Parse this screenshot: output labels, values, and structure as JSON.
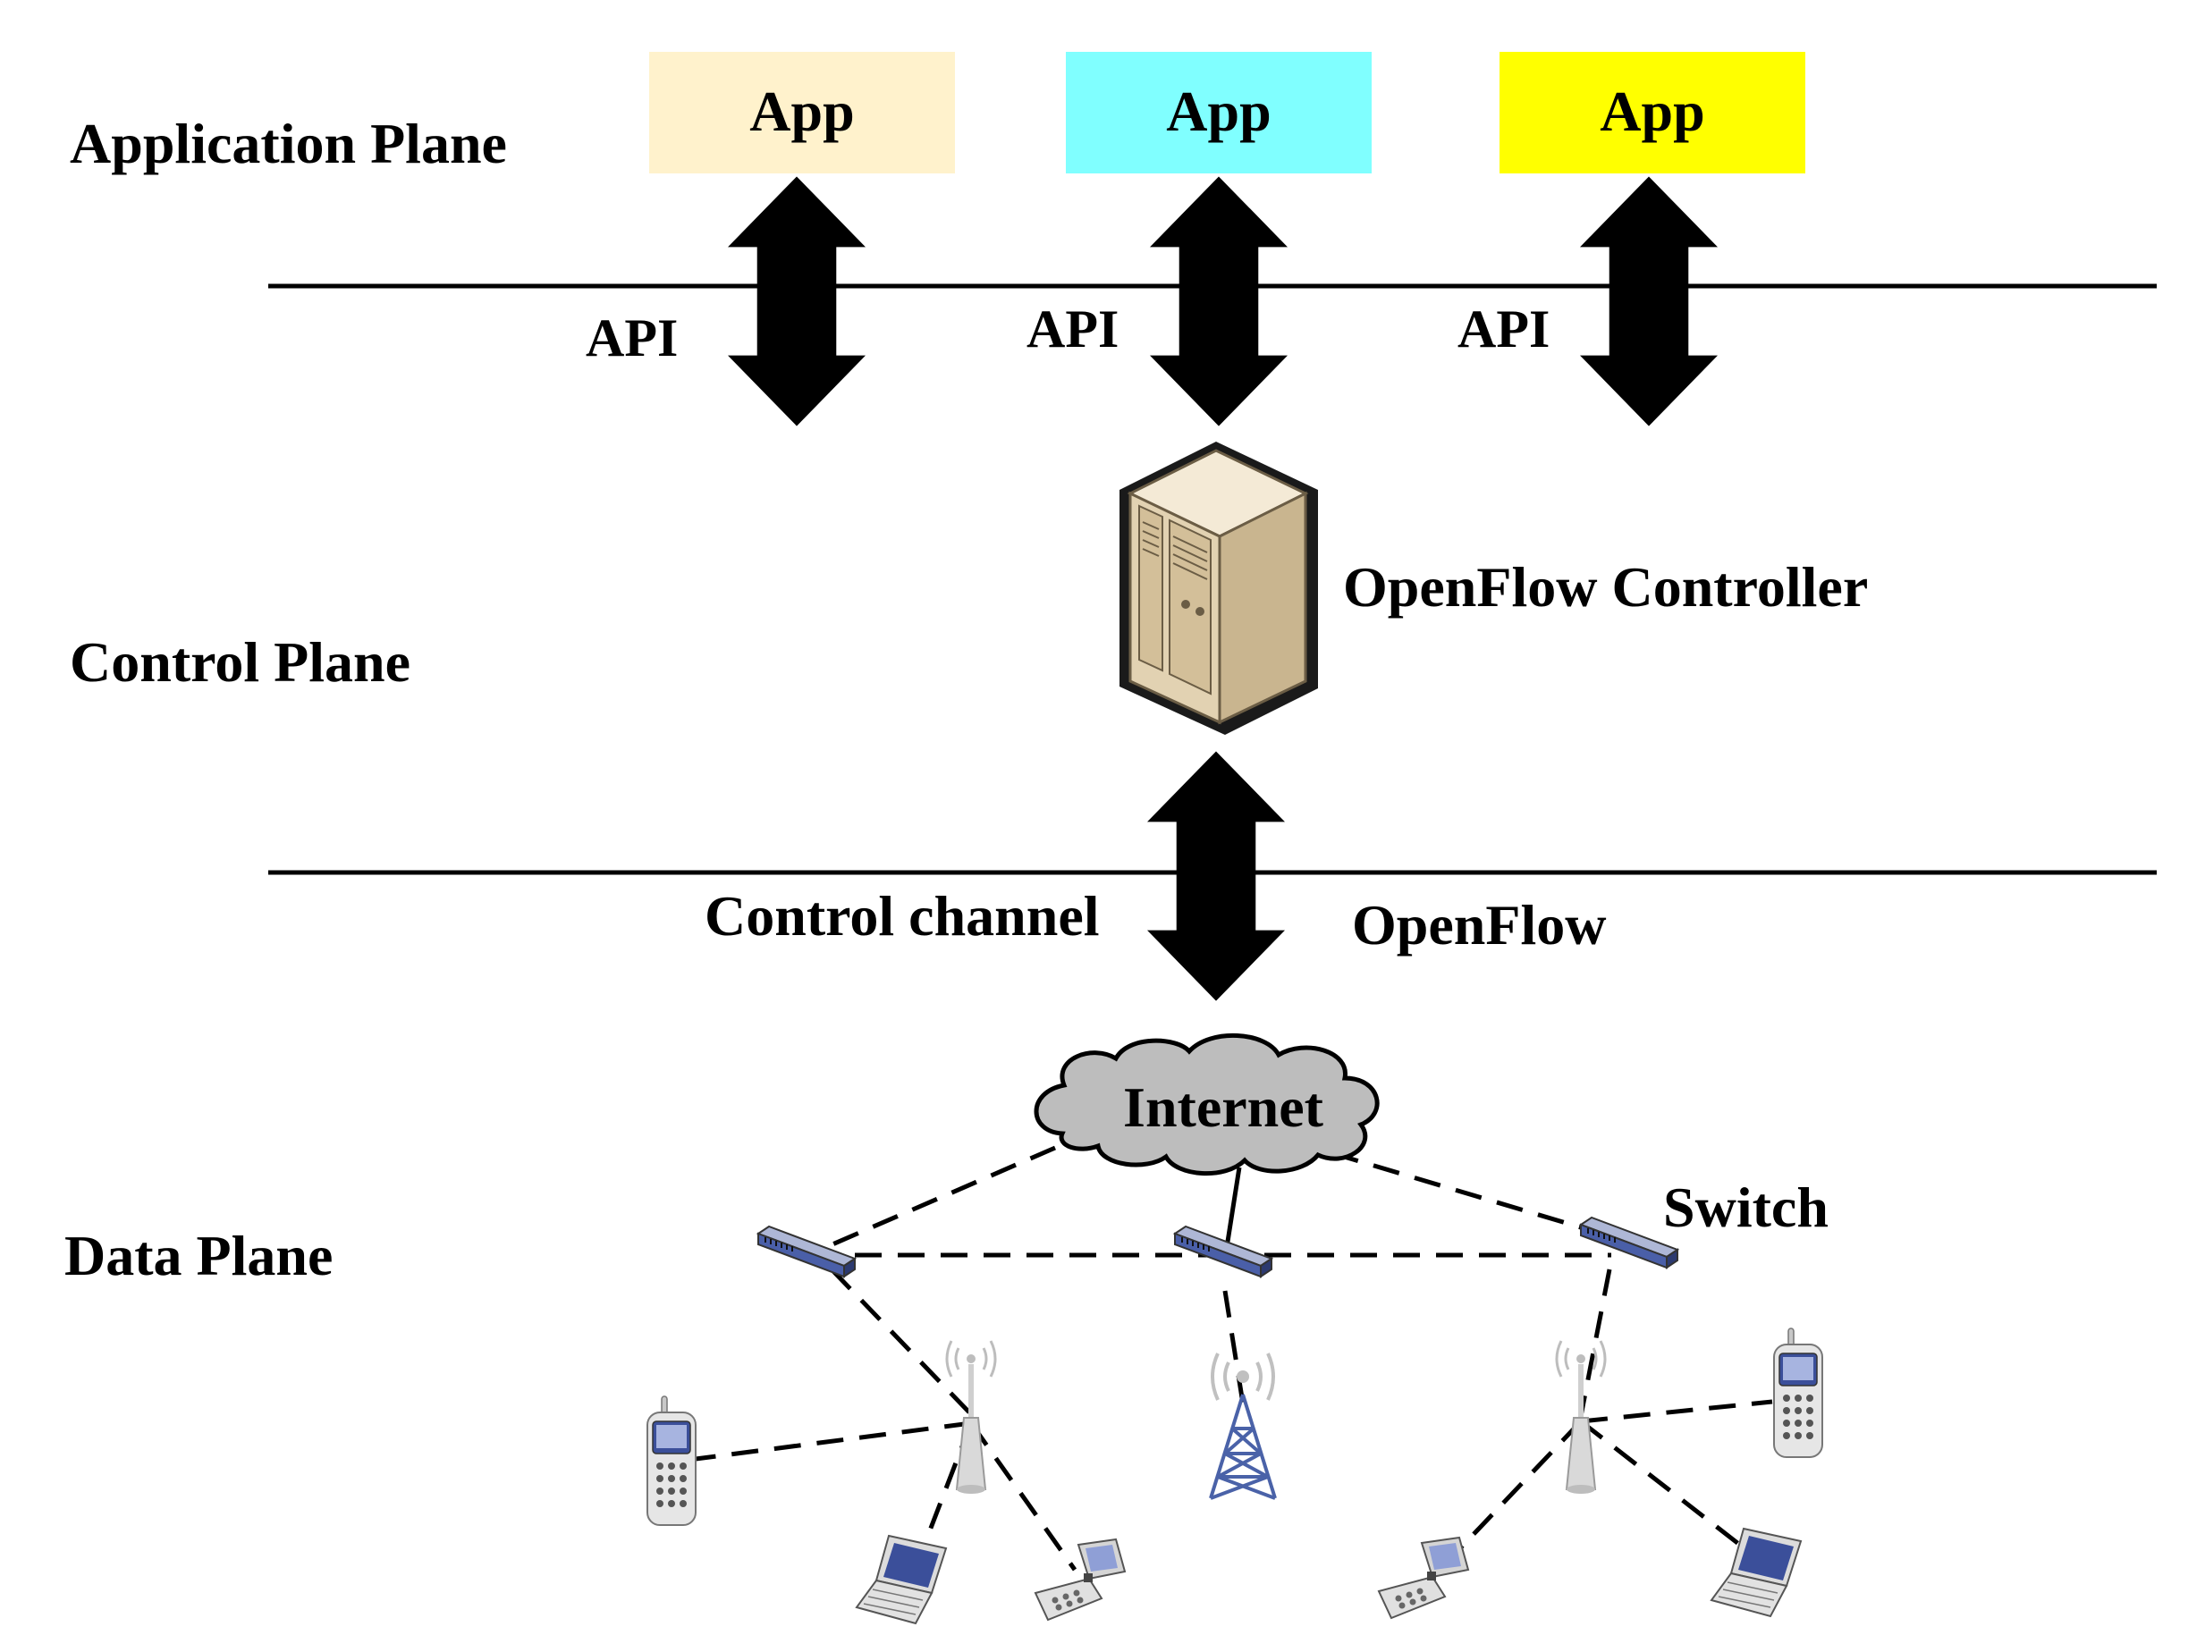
{
  "planes": {
    "application": "Application Plane",
    "control": "Control Plane",
    "data": "Data Plane"
  },
  "apps": [
    {
      "label": "App",
      "color": "#FFF2CC"
    },
    {
      "label": "App",
      "color": "#80FFFF"
    },
    {
      "label": "App",
      "color": "#FFFF00"
    }
  ],
  "api_labels": [
    "API",
    "API",
    "API"
  ],
  "controller_label": "OpenFlow Controller",
  "control_channel_label": "Control channel",
  "openflow_label": "OpenFlow",
  "internet_label": "Internet",
  "switch_label": "Switch",
  "icons": {
    "controller": "server-cabinet-icon",
    "cloud": "cloud-icon",
    "switch": "network-switch-icon",
    "access_point": "wireless-access-point-icon",
    "tower": "radio-tower-icon",
    "phone": "mobile-phone-icon",
    "laptop": "laptop-icon"
  }
}
